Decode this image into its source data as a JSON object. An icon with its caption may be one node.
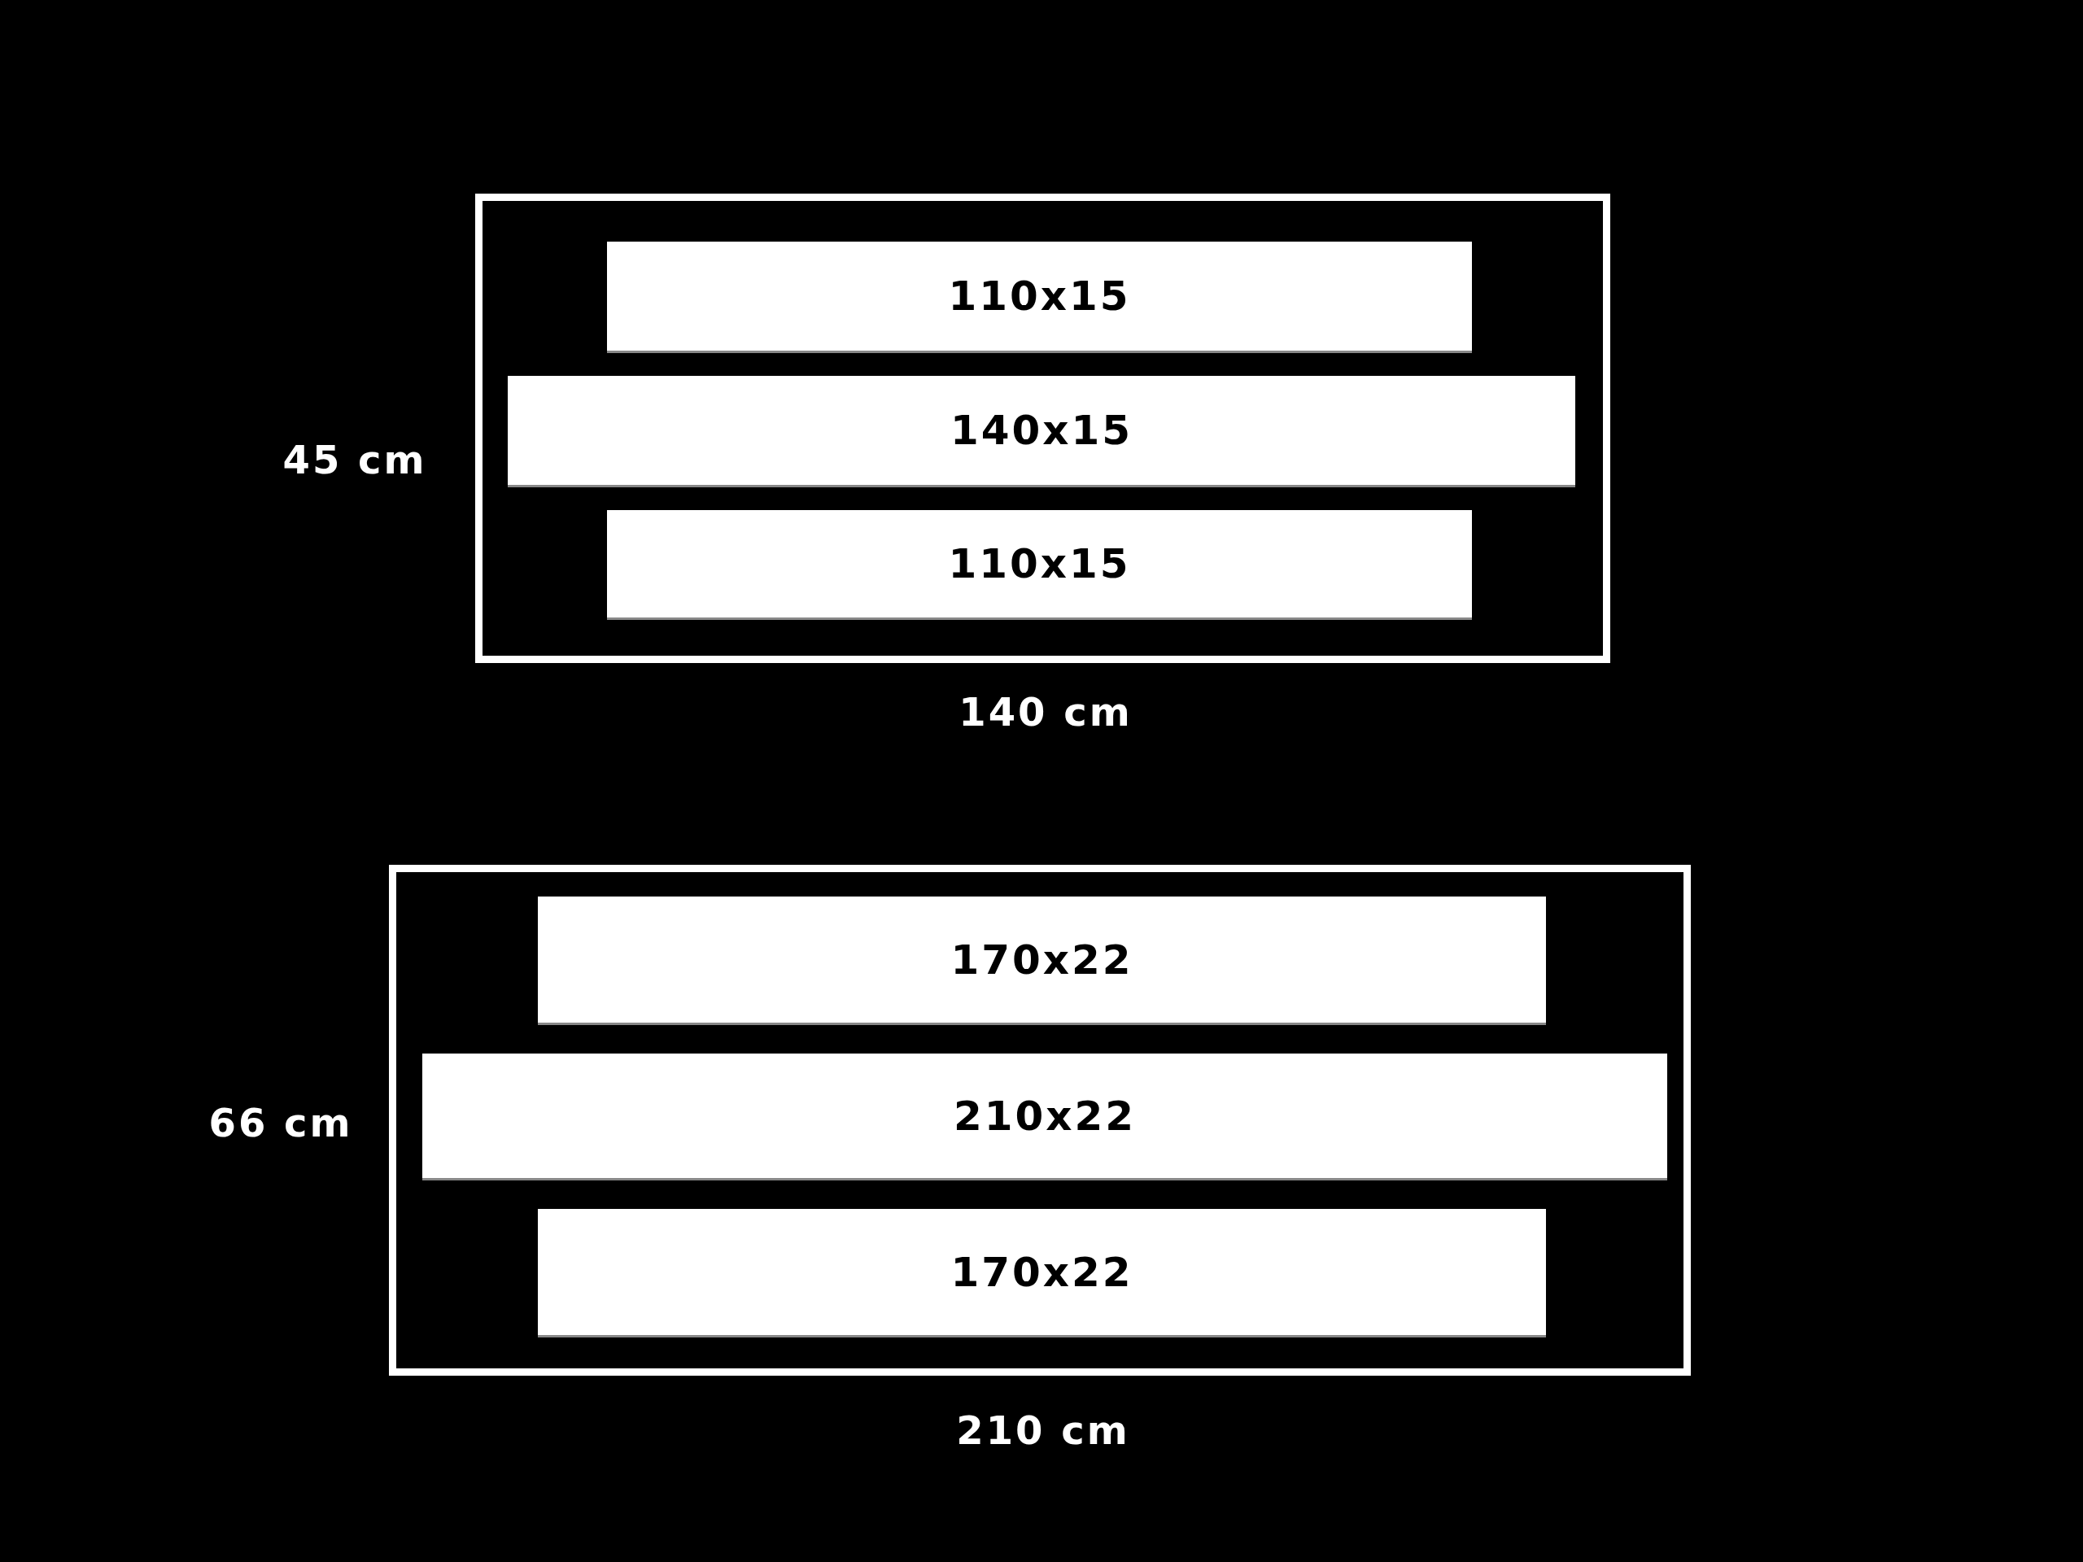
{
  "diagram": {
    "nodes": [
      {
        "text": [],
        "shape": "box"
      },
      {
        "text": [
          "110x15"
        ],
        "in": 0
      },
      {
        "text": [
          "140x15"
        ],
        "in": 0
      },
      {
        "text": [
          "110x15"
        ],
        "in": 0
      },
      {
        "text": [],
        "shape": "box"
      },
      {
        "text": [
          "170x22"
        ],
        "in": 4
      },
      {
        "text": [
          "210x22"
        ],
        "in": 4
      },
      {
        "text": [
          "170x22"
        ],
        "in": 4
      }
    ],
    "labels": [
      "45 cm",
      "140 cm",
      "66 cm",
      "210 cm"
    ]
  }
}
